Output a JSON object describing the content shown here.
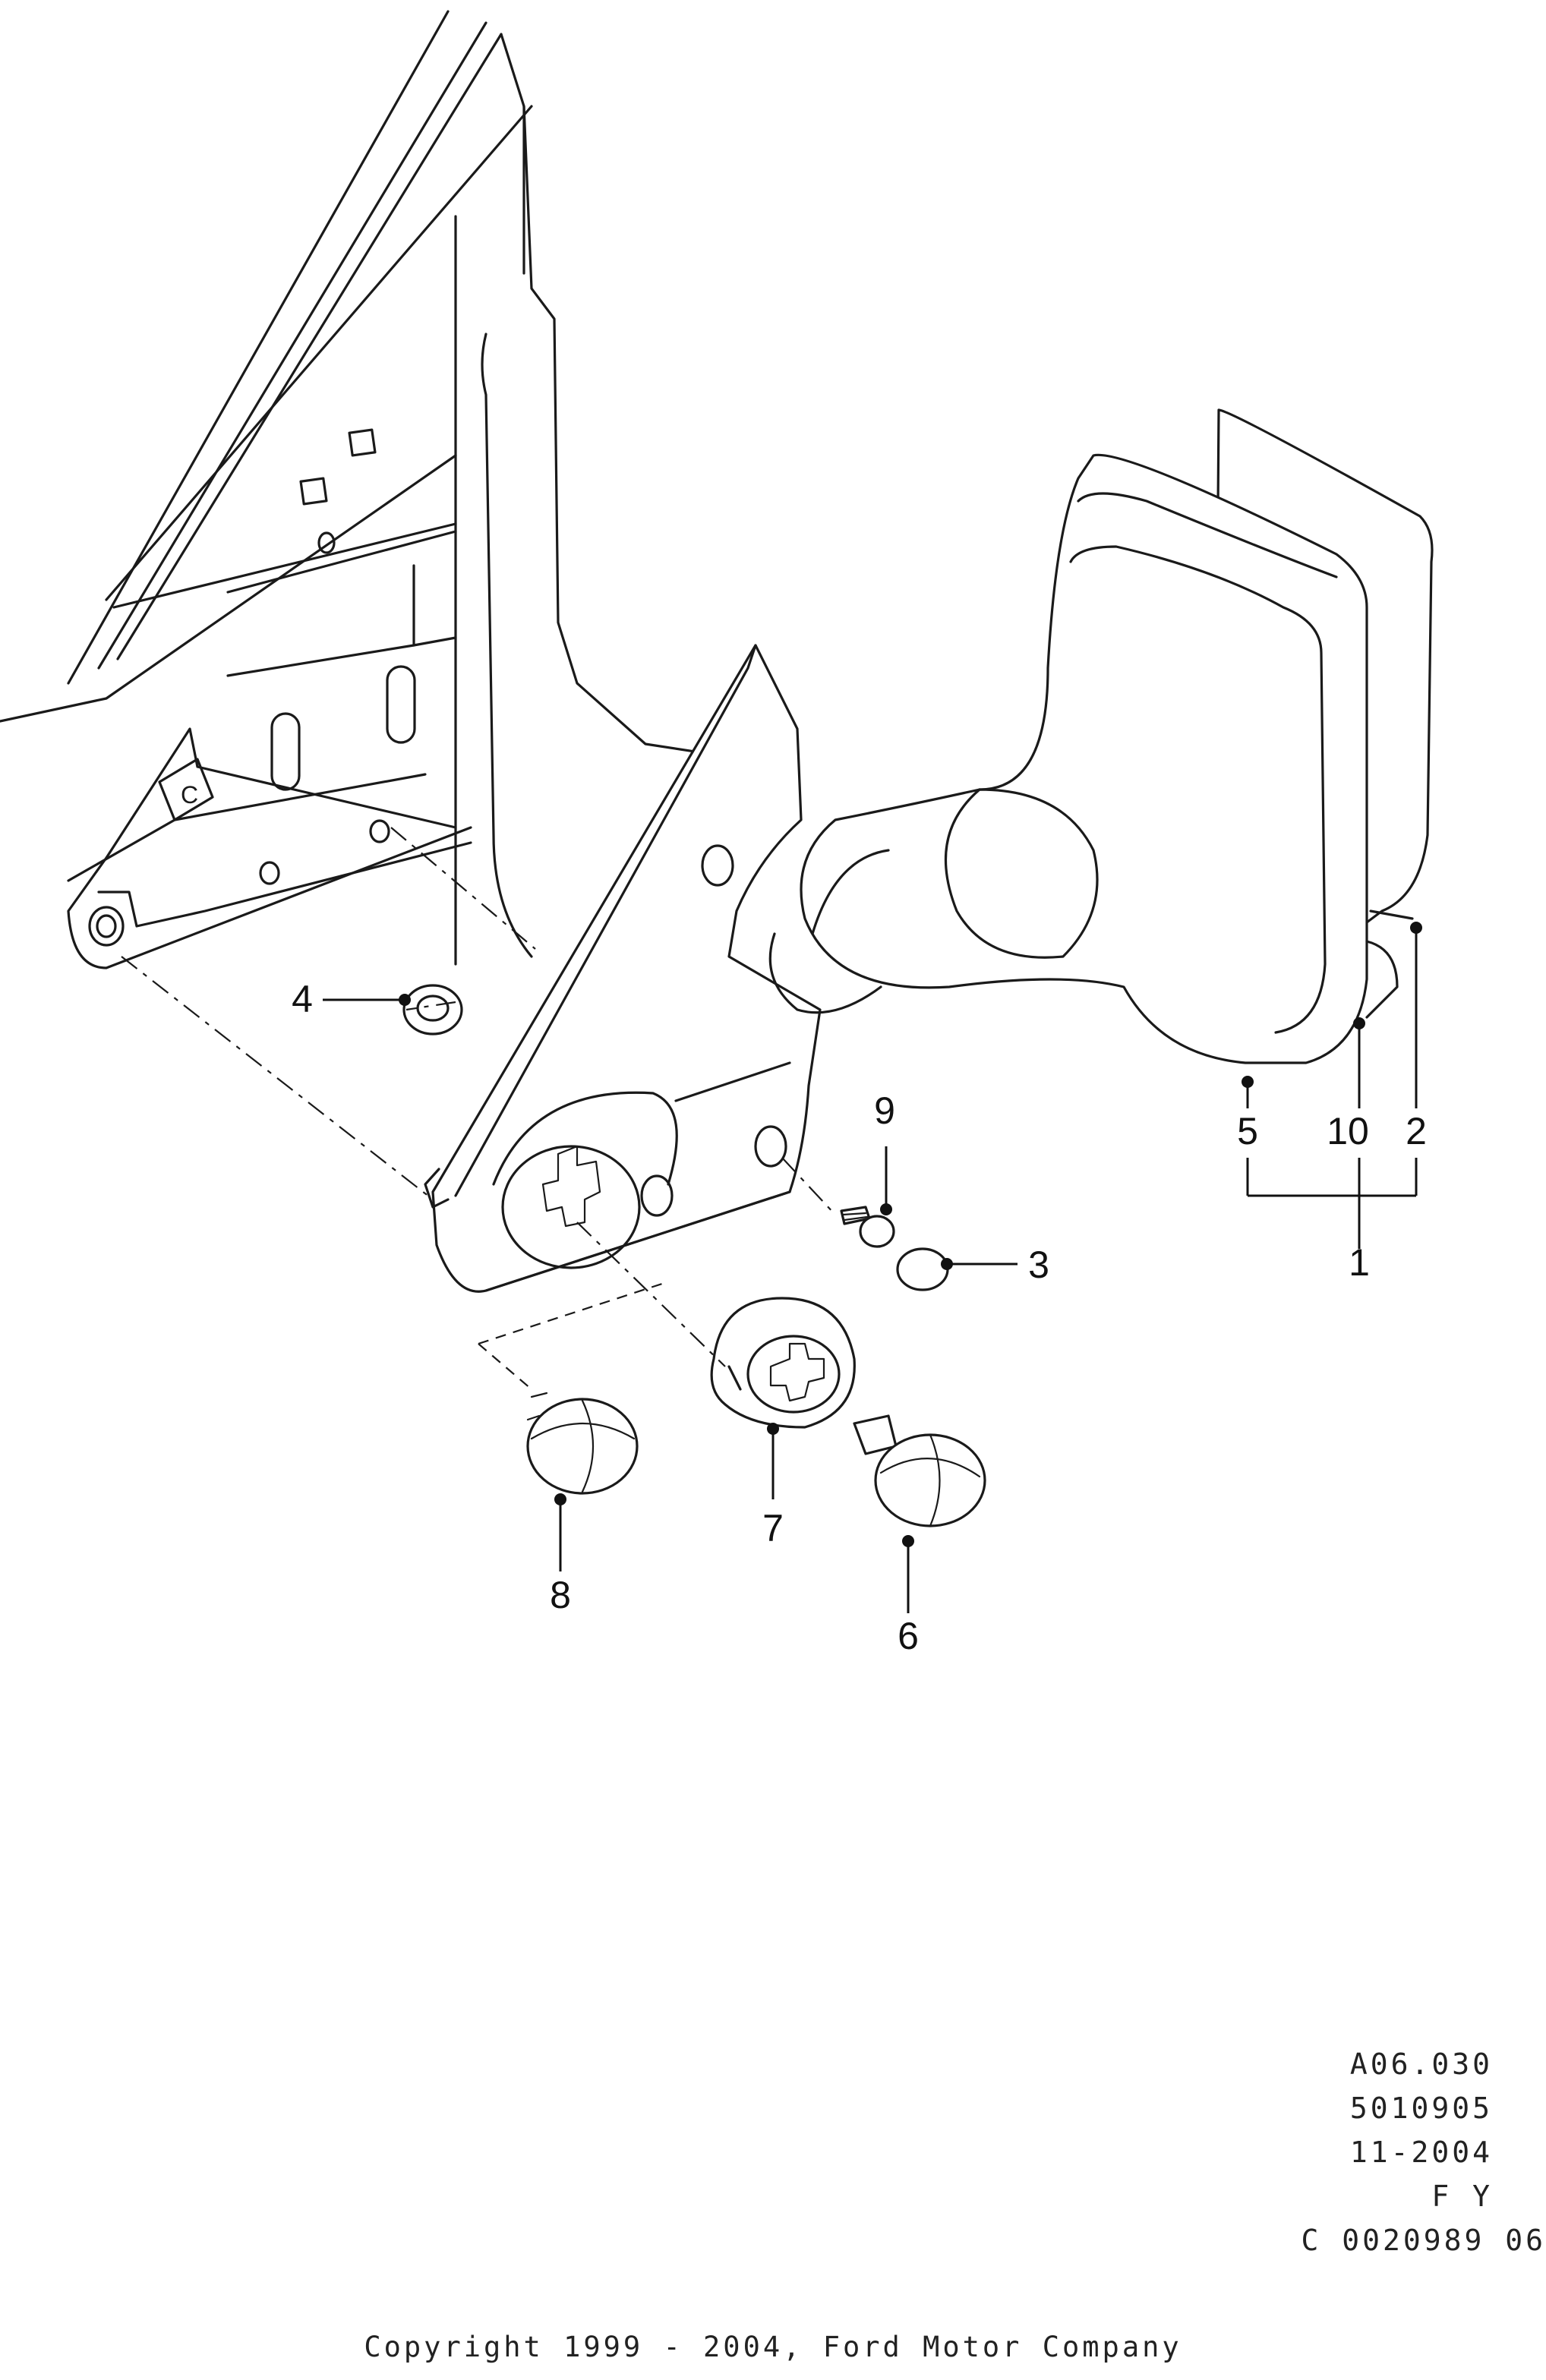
{
  "callouts": {
    "c1": "1",
    "c2": "2",
    "c3": "3",
    "c4": "4",
    "c5": "5",
    "c6": "6",
    "c7": "7",
    "c8": "8",
    "c9": "9",
    "c10": "10"
  },
  "reference": {
    "line1": "A06.030",
    "line2": "5010905",
    "line3": "11-2004",
    "line4": "F Y",
    "line5": "C 0020989 06"
  },
  "copyright": "Copyright 1999 - 2004, Ford Motor Company"
}
